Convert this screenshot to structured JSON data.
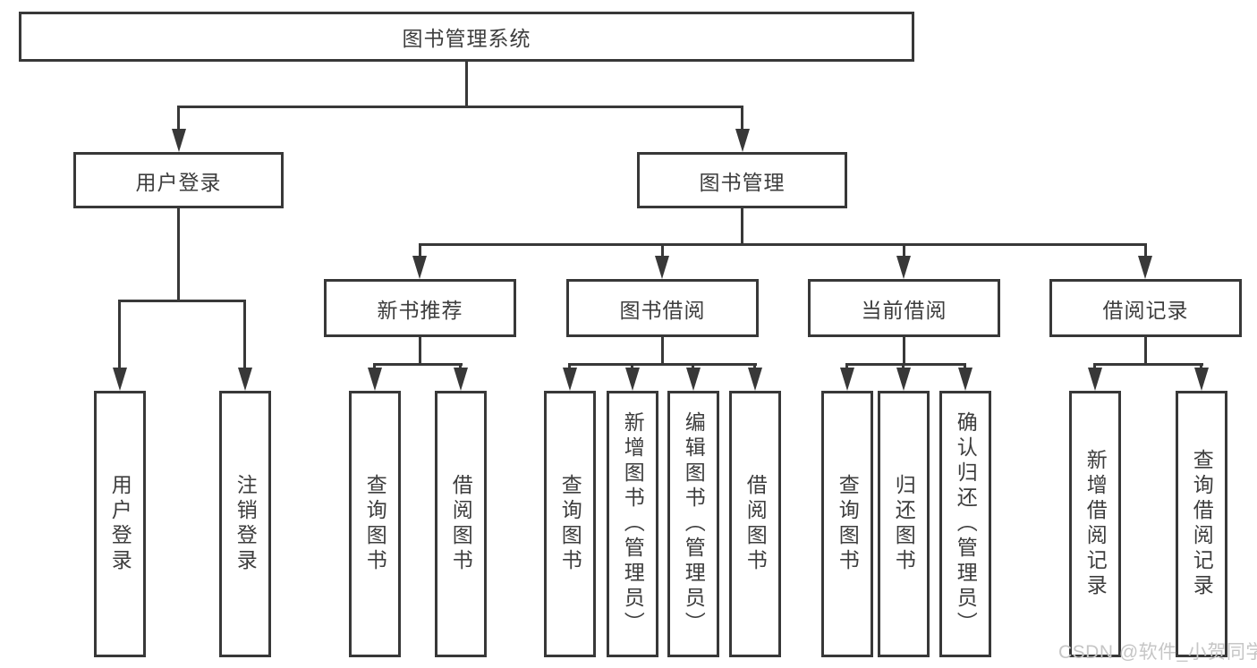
{
  "diagram_type": "hierarchy-tree",
  "tree": {
    "label": "图书管理系统",
    "children": [
      {
        "label": "用户登录",
        "children": [
          {
            "label": "用户登录"
          },
          {
            "label": "注销登录"
          }
        ]
      },
      {
        "label": "图书管理",
        "children": [
          {
            "label": "新书推荐",
            "children": [
              {
                "label": "查询图书"
              },
              {
                "label": "借阅图书"
              }
            ]
          },
          {
            "label": "图书借阅",
            "children": [
              {
                "label": "查询图书"
              },
              {
                "label": "新增图书（管理员）"
              },
              {
                "label": "编辑图书（管理员）"
              },
              {
                "label": "借阅图书"
              }
            ]
          },
          {
            "label": "当前借阅",
            "children": [
              {
                "label": "查询图书"
              },
              {
                "label": "归还图书"
              },
              {
                "label": "确认归还（管理员）"
              }
            ]
          },
          {
            "label": "借阅记录",
            "children": [
              {
                "label": "新增借阅记录"
              },
              {
                "label": "查询借阅记录"
              }
            ]
          }
        ]
      }
    ]
  },
  "watermark": {
    "text": "CSDN @软件_小贺同学"
  },
  "colors": {
    "line": "#383838",
    "text": "#3d3d3d",
    "watermark": "#c6c6c6",
    "background": "#ffffff"
  }
}
